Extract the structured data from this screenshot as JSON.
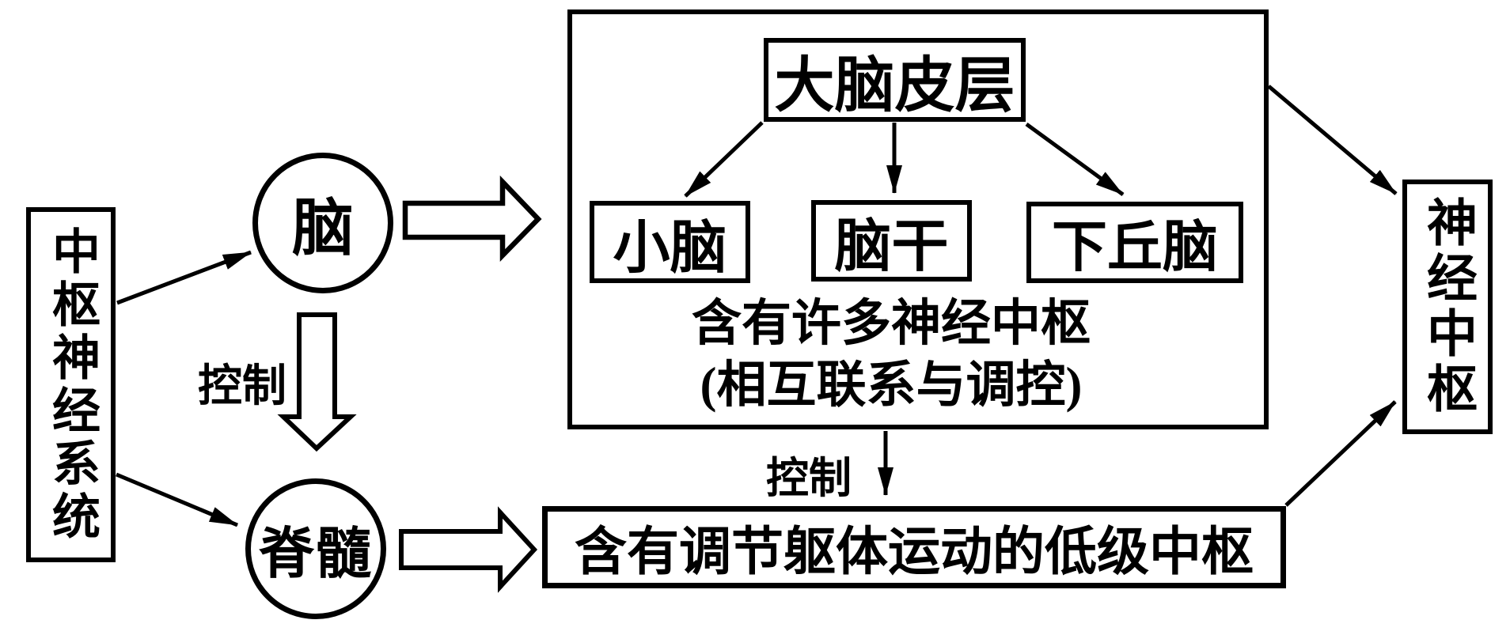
{
  "diagram": {
    "title_implicit": "中枢神经系统组成示意图",
    "colors": {
      "ink": "#000000",
      "background": "#ffffff"
    },
    "cns_box": {
      "label": "中枢神经系统"
    },
    "brain_circle": {
      "label": "脑"
    },
    "spinal_circle": {
      "label": "脊髓"
    },
    "controls": {
      "brain_to_spinal": "控制",
      "brainbox_to_lower": "控制"
    },
    "outer_box": {
      "cortex_label": "大脑皮层",
      "children": [
        "小脑",
        "脑干",
        "下丘脑"
      ],
      "note_line1": "含有许多神经中枢",
      "note_line2": "(相互联系与调控)"
    },
    "bottom_box": {
      "label": "含有调节躯体运动的低级中枢"
    },
    "nerve_center_box": {
      "label": "神经中枢"
    },
    "arrows": [
      {
        "name": "cns-to-brain",
        "from": "中枢神经系统",
        "to": "脑",
        "style": "thin"
      },
      {
        "name": "cns-to-spinal",
        "from": "中枢神经系统",
        "to": "脊髓",
        "style": "thin"
      },
      {
        "name": "brain-to-brainbox",
        "from": "脑",
        "to": "大脑皮层等",
        "style": "hollow"
      },
      {
        "name": "brain-to-spinal",
        "from": "脑",
        "to": "脊髓",
        "style": "hollow",
        "label": "控制"
      },
      {
        "name": "cortex-to-cerebellum",
        "from": "大脑皮层",
        "to": "小脑",
        "style": "thin"
      },
      {
        "name": "cortex-to-brainstem",
        "from": "大脑皮层",
        "to": "脑干",
        "style": "thin"
      },
      {
        "name": "cortex-to-hypothalamus",
        "from": "大脑皮层",
        "to": "下丘脑",
        "style": "thin"
      },
      {
        "name": "brainbox-to-lowerbox",
        "from": "脑(整体)",
        "to": "低级中枢",
        "style": "thin",
        "label": "控制"
      },
      {
        "name": "spinal-to-lowerbox",
        "from": "脊髓",
        "to": "低级中枢",
        "style": "hollow"
      },
      {
        "name": "brainbox-to-nervecenter",
        "from": "脑(整体)",
        "to": "神经中枢",
        "style": "thin"
      },
      {
        "name": "lowerbox-to-nervecenter",
        "from": "低级中枢",
        "to": "神经中枢",
        "style": "thin"
      }
    ]
  }
}
